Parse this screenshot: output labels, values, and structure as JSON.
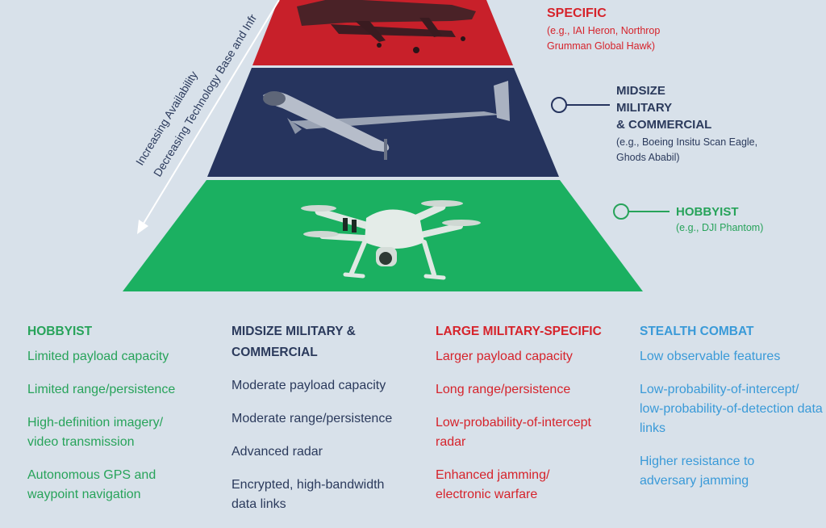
{
  "pyramid_labels": {
    "large": {
      "name": "SPECIFIC",
      "example": "(e.g., IAI Heron, Northrop Grumman Global Hawk)"
    },
    "midsize": {
      "name_lines": [
        "MIDSIZE",
        "MILITARY",
        "& COMMERCIAL"
      ],
      "example": "(e.g., Boeing Insitu Scan Eagle, Ghods Ababil)"
    },
    "hobbyist": {
      "name": "HOBBYIST",
      "example": "(e.g., DJI Phantom)"
    }
  },
  "arrow": {
    "line1": "Increasing Availability",
    "line2": "Decreasing Technology Base and Infr"
  },
  "columns": {
    "hobbyist": {
      "heading": "HOBBYIST",
      "items": [
        "Limited payload capacity",
        "Limited range/persistence",
        "High-definition imagery/ video transmission",
        "Autonomous GPS and waypoint navigation"
      ]
    },
    "midsize": {
      "heading": "MIDSIZE MILITARY & COMMERCIAL",
      "items": [
        "Moderate payload capacity",
        "Moderate range/persistence",
        "Advanced radar",
        "Encrypted, high-bandwidth data links"
      ]
    },
    "large": {
      "heading": "LARGE MILITARY-SPECIFIC",
      "items": [
        "Larger payload capacity",
        "Long range/persistence",
        "Low-probability-of-intercept radar",
        "Enhanced jamming/ electronic warfare"
      ]
    },
    "stealth": {
      "heading": "STEALTH COMBAT",
      "items": [
        "Low observable features",
        "Low-probability-of-intercept/ low-probability-of-detection data links",
        "Higher resistance to adversary jamming"
      ]
    }
  },
  "colors": {
    "red": "#c8202a",
    "navy": "#26345e",
    "green": "#1bb061",
    "red_text": "#d6232b",
    "navy_text": "#2b3a5c",
    "green_text": "#27a35a",
    "blue_text": "#3a9ad8",
    "background": "#d8e1ea"
  },
  "icons": [
    "military-drone-icon",
    "scan-eagle-drone-icon",
    "quadcopter-drone-icon"
  ]
}
